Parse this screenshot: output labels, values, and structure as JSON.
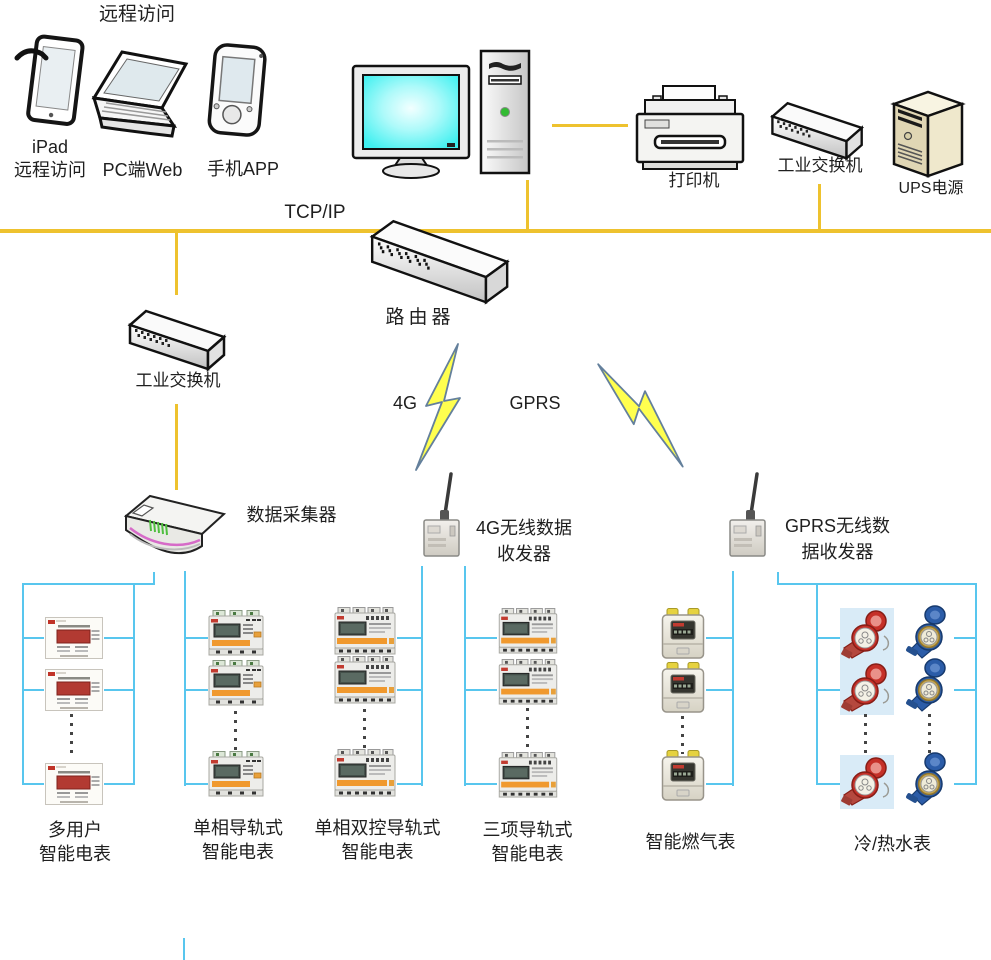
{
  "colors": {
    "bus_yellow": "#EEC22E",
    "wire_blue": "#58C6EE",
    "bolt_yellow": "#FFFF4F",
    "screen_cyan": "#3FF0F0",
    "meter_orange": "#F0992E",
    "multi_meter_red": "#B23A32",
    "water_hot_red": "#C53028",
    "water_cold_blue": "#2B5CA8"
  },
  "remote_access": {
    "title": "远程访问",
    "ipad_label_line1": "iPad",
    "ipad_label_line2": "远程访问",
    "pc_label": "PC端Web",
    "phone_label": "手机APP"
  },
  "server_room": {
    "printer_label": "打印机",
    "switch_label": "工业交换机",
    "ups_label": "UPS电源"
  },
  "network": {
    "tcpip_label": "TCP/IP",
    "router_label": "路由器",
    "left_switch_label": "工业交换机",
    "link_4g_label": "4G",
    "link_gprs_label": "GPRS",
    "collector_label": "数据采集器",
    "receiver_4g_line1": "4G无线数据",
    "receiver_4g_line2": "收发器",
    "receiver_gprs_line1": "GPRS无线数",
    "receiver_gprs_line2": "据收发器"
  },
  "meter_columns": [
    {
      "id": "multi-user",
      "label_line1": "多用户",
      "label_line2": "智能电表"
    },
    {
      "id": "single-phase-rail",
      "label_line1": "单相导轨式",
      "label_line2": "智能电表"
    },
    {
      "id": "single-phase-dual-rail",
      "label_line1": "单相双控导轨式",
      "label_line2": "智能电表"
    },
    {
      "id": "three-phase-rail",
      "label_line1": "三项导轨式",
      "label_line2": "智能电表"
    },
    {
      "id": "smart-gas",
      "label_line1": "智能燃气表",
      "label_line2": ""
    },
    {
      "id": "water",
      "label_line1": "冷/热水表",
      "label_line2": ""
    }
  ]
}
